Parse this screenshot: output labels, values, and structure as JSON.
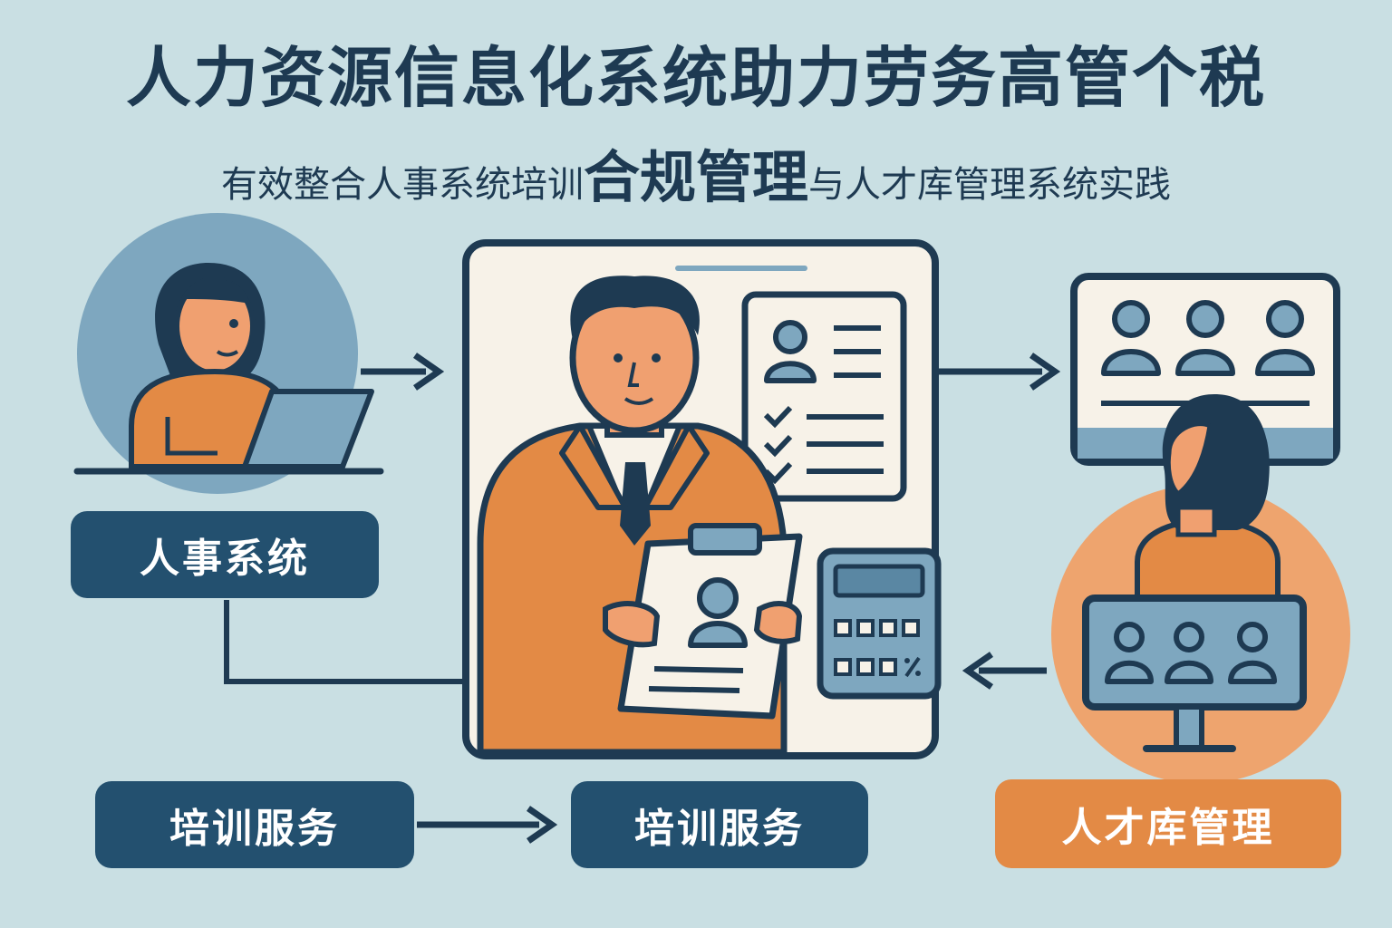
{
  "title": "人力资源信息化系统助力劳务高管个税",
  "subtitle": {
    "part1": "有效整合人事系统培训",
    "highlight": "合规管理",
    "part2": "与人才库管理系统实践"
  },
  "labels": {
    "hr_system": "人事系统",
    "training_left": "培训服务",
    "training_center": "培训服务",
    "talent_pool": "人才库管理"
  },
  "colors": {
    "background": "#c9dfe3",
    "navy": "#23506f",
    "orange": "#e38a45",
    "outline": "#1e3a52"
  },
  "icons": [
    "laptop-icon",
    "profile-document-icon",
    "checklist-icon",
    "calculator-icon",
    "monitor-people-icon",
    "clipboard-icon"
  ]
}
